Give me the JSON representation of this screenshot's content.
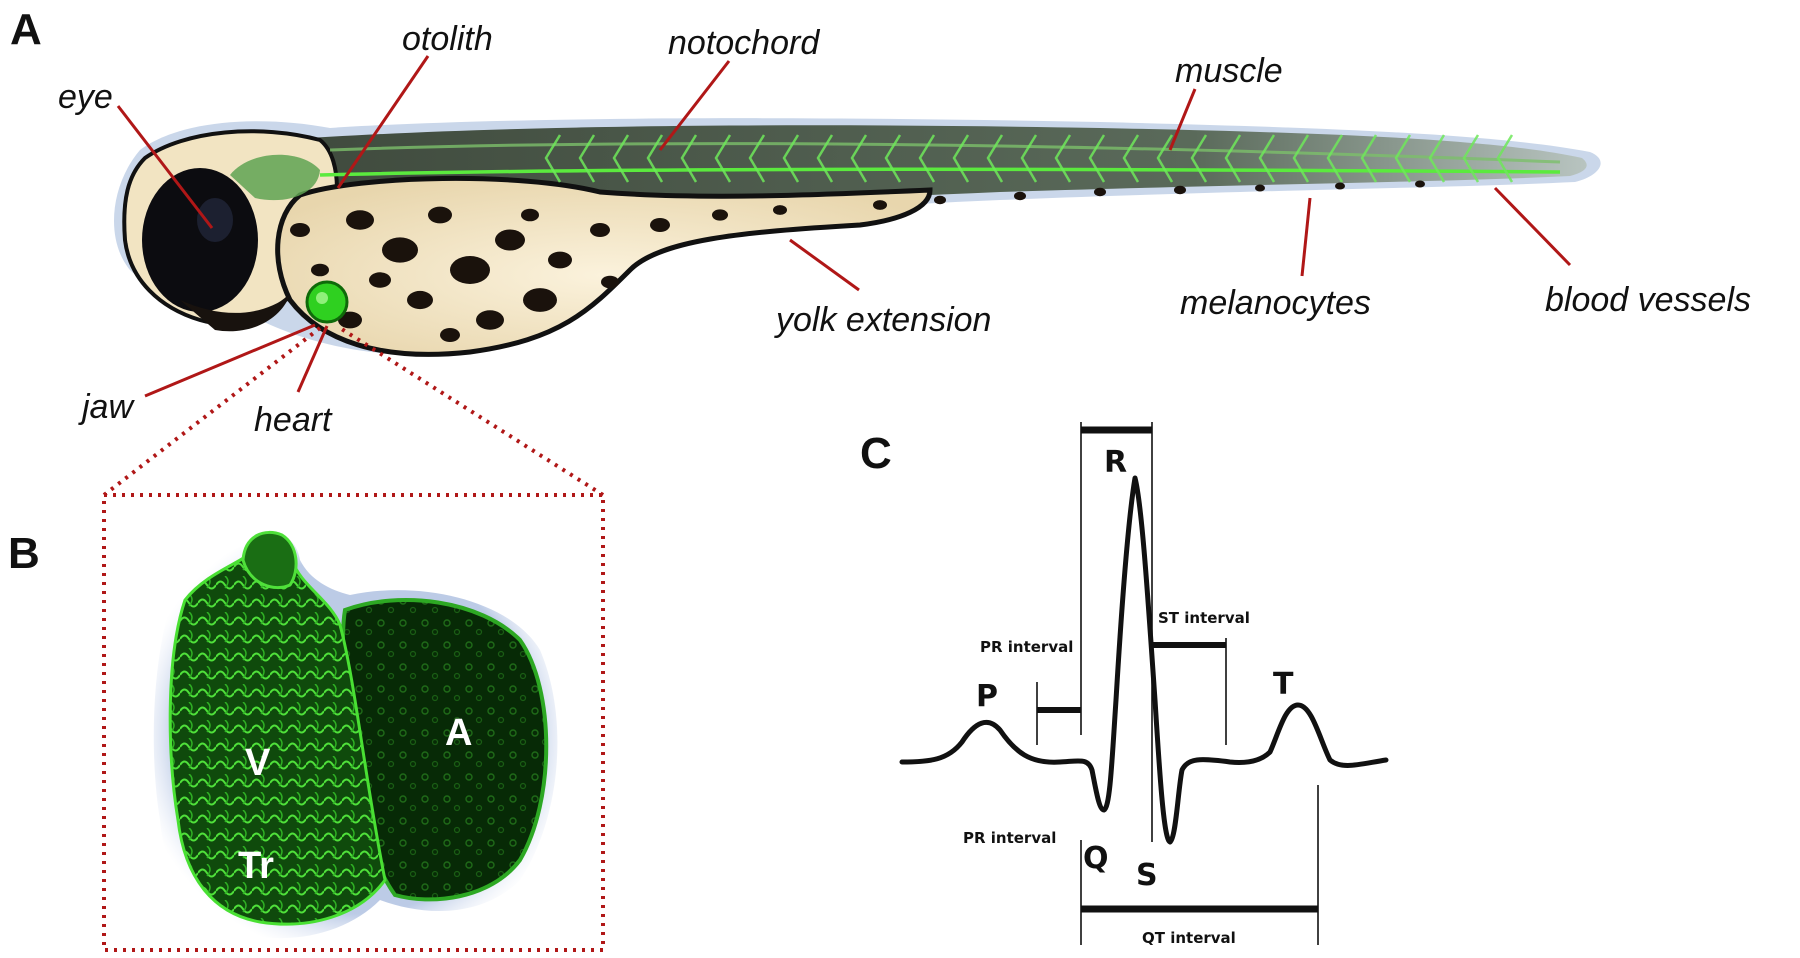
{
  "panels": {
    "a": "A",
    "b": "B",
    "c": "C"
  },
  "fish_labels": {
    "eye": "eye",
    "otolith": "otolith",
    "notochord": "notochord",
    "muscle": "muscle",
    "jaw": "jaw",
    "heart": "heart",
    "yolk_extension": "yolk extension",
    "melanocytes": "melanocytes",
    "blood_vessels": "blood vessels"
  },
  "heart_labels": {
    "ventricle": "V",
    "atrium": "A",
    "trabeculae": "Tr"
  },
  "ecg": {
    "waves": {
      "p": "P",
      "q": "Q",
      "r": "R",
      "s": "S",
      "t": "T"
    },
    "intervals": {
      "pr_top": "PR interval",
      "pr_bottom": "PR interval",
      "st": "ST interval",
      "qt": "QT interval"
    }
  },
  "colors": {
    "leader": "#b01717",
    "fluorescence": "#3fd12b",
    "yolk": "#f4e7c8",
    "pigment": "#1a120c"
  }
}
